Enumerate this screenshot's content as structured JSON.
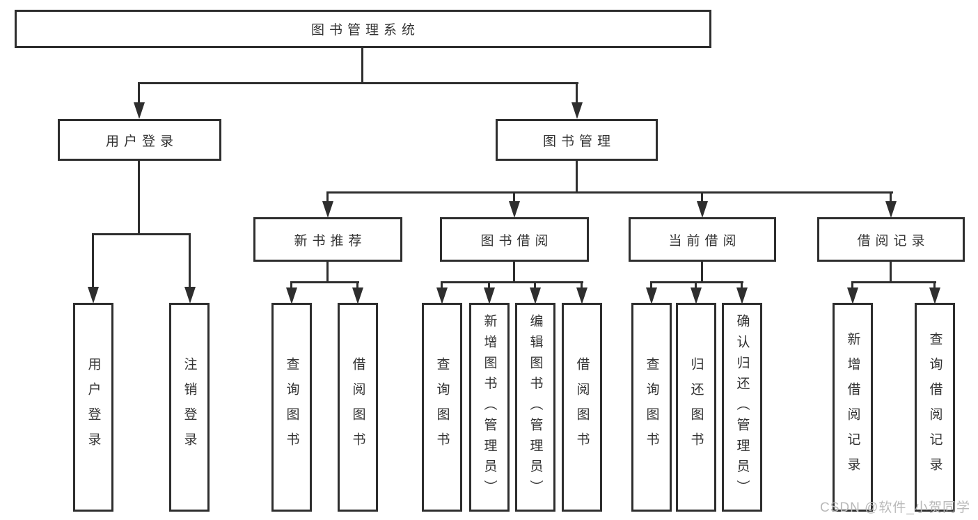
{
  "diagram_title": "图书管理系统",
  "tree": {
    "label": "图书管理系统",
    "children": [
      {
        "label": "用户登录",
        "children": [
          {
            "label": "用户登录"
          },
          {
            "label": "注销登录"
          }
        ]
      },
      {
        "label": "图书管理",
        "children": [
          {
            "label": "新书推荐",
            "children": [
              {
                "label": "查询图书"
              },
              {
                "label": "借阅图书"
              }
            ]
          },
          {
            "label": "图书借阅",
            "children": [
              {
                "label": "查询图书"
              },
              {
                "label": "新增图书（管理员）"
              },
              {
                "label": "编辑图书（管理员）"
              },
              {
                "label": "借阅图书"
              }
            ]
          },
          {
            "label": "当前借阅",
            "children": [
              {
                "label": "查询图书"
              },
              {
                "label": "归还图书"
              },
              {
                "label": "确认归还（管理员）"
              }
            ]
          },
          {
            "label": "借阅记录",
            "children": [
              {
                "label": "新增借阅记录"
              },
              {
                "label": "查询借阅记录"
              }
            ]
          }
        ]
      }
    ]
  },
  "watermark": "CSDN @软件_小贺同学",
  "colors": {
    "line": "#2e2e2e",
    "text": "#333333",
    "watermark": "#b9b9b9",
    "background": "#ffffff"
  }
}
